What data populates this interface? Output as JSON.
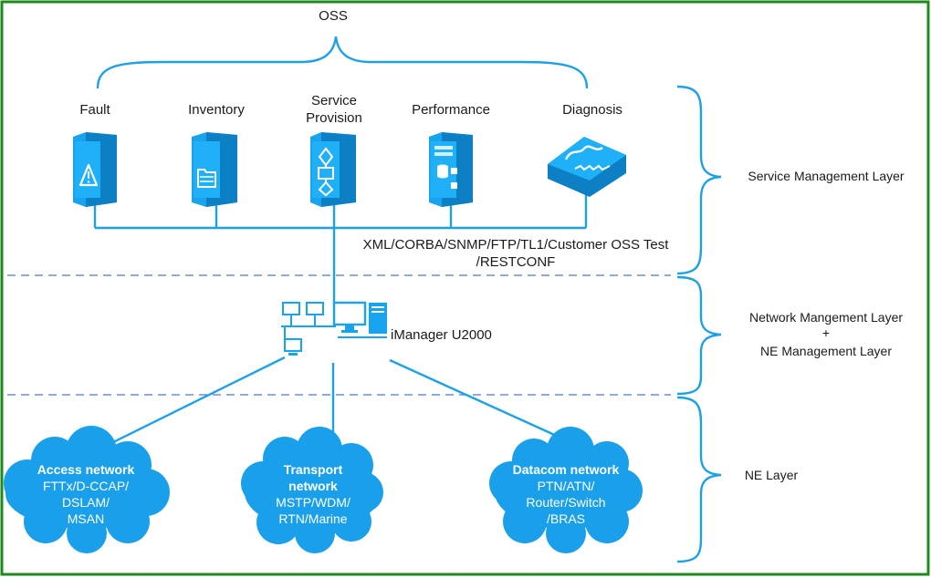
{
  "oss_label": "OSS",
  "services": [
    {
      "name": "Fault",
      "icon": "fault-warning-icon"
    },
    {
      "name": "Inventory",
      "icon": "inventory-folder-icon"
    },
    {
      "name": "Service\nProvision",
      "icon": "service-provision-icon"
    },
    {
      "name": "Performance",
      "icon": "performance-database-icon"
    },
    {
      "name": "Diagnosis",
      "icon": "diagnosis-oscilloscope-icon"
    }
  ],
  "protocols": {
    "line1": "XML/CORBA/SNMP/FTP/TL1/Customer OSS Test",
    "line2": "/RESTCONF"
  },
  "manager": {
    "label": "iManager U2000",
    "icon": "network-management-workstation-icon"
  },
  "layers": {
    "service": "Service Management Layer",
    "network_line1": "Network Mangement Layer",
    "network_plus": "+",
    "network_line2": "NE Management Layer",
    "ne": "NE Layer"
  },
  "networks": [
    {
      "title": "Access network",
      "lines": [
        "FTTx/D-CCAP/",
        "DSLAM/",
        "MSAN"
      ]
    },
    {
      "title": "Transport",
      "lines": [
        "network",
        "MSTP/WDM/",
        "RTN/Marine"
      ]
    },
    {
      "title": "Datacom network",
      "lines": [
        "PTN/ATN/",
        "Router/Switch",
        "/BRAS"
      ]
    }
  ],
  "colors": {
    "frame": "#1e8a1e",
    "line": "#1ea0e6",
    "icon": "#18a3ef",
    "dashed": "#6a8fd0",
    "cloud": "#1aa0ea"
  }
}
